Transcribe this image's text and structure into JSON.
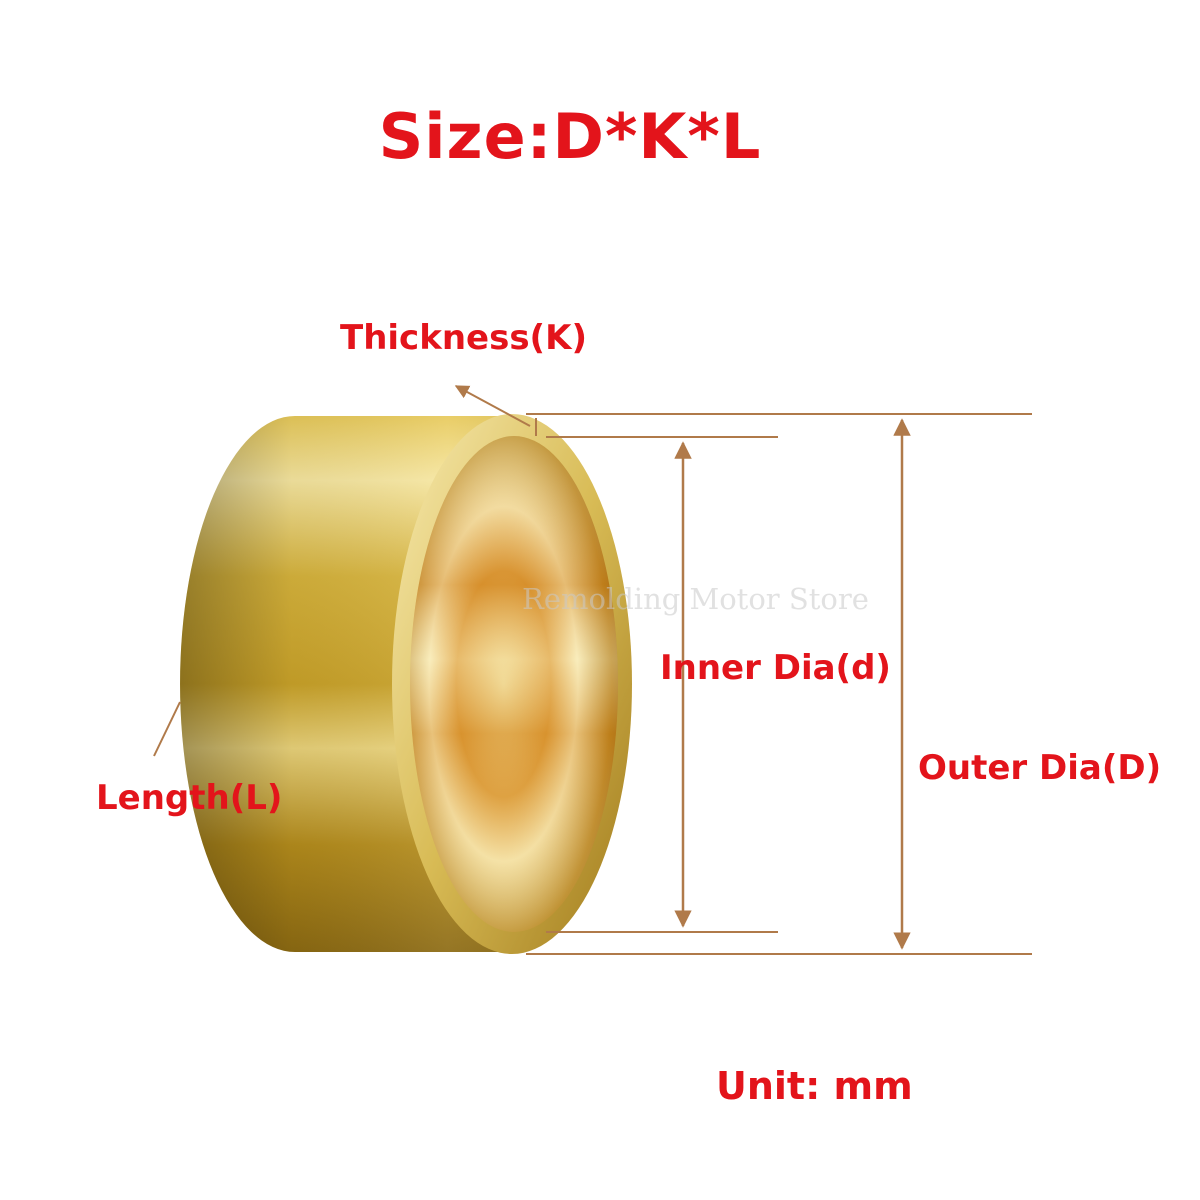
{
  "title": "Size:D*K*L",
  "labels": {
    "thickness": "Thickness(K)",
    "inner_dia": "Inner Dia(d)",
    "outer_dia": "Outer Dia(D)",
    "length": "Length(L)",
    "unit": "Unit: mm"
  },
  "watermark": "Remolding Motor Store",
  "colors": {
    "label_red": "#e3141b",
    "dimension_line": "#b07a4a",
    "brass_light": "#f4df8a",
    "brass_mid": "#c9a52f",
    "brass_dark": "#7a5a10"
  }
}
